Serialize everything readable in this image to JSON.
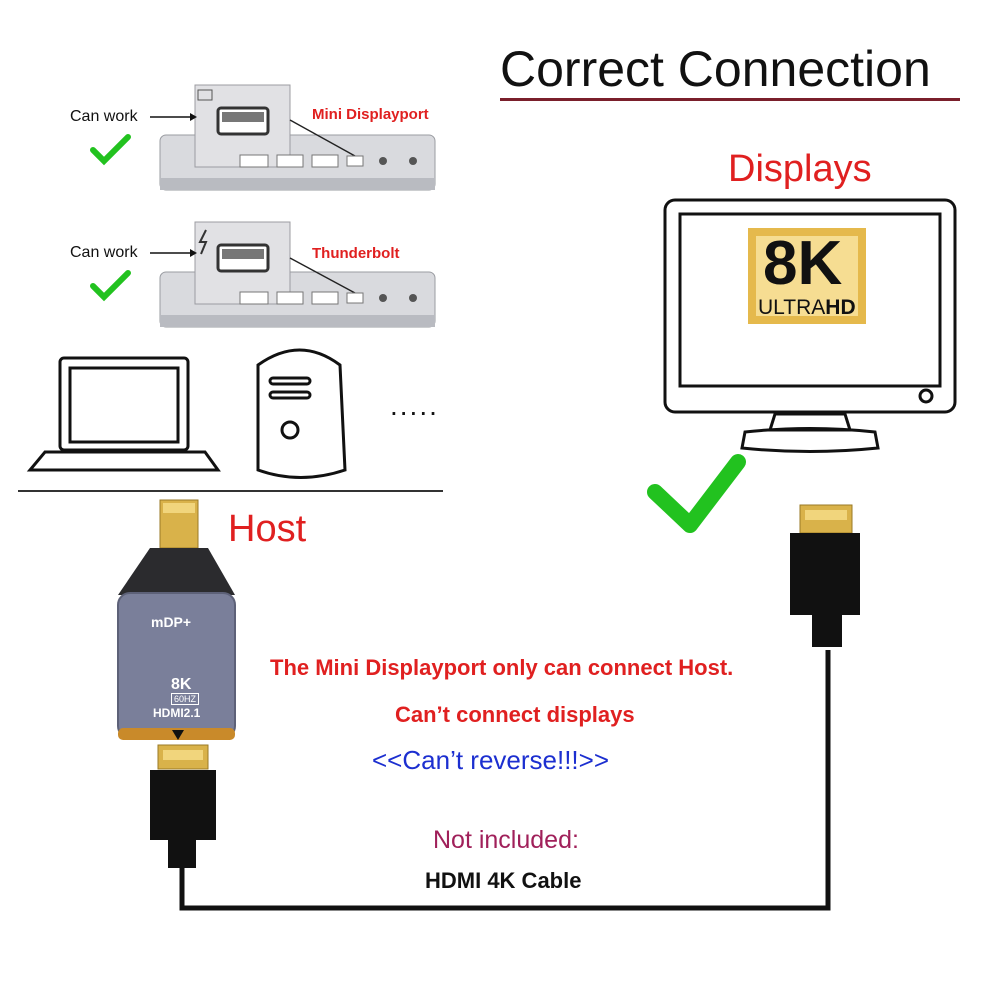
{
  "title": "Correct Connection",
  "rows": [
    {
      "status": "Can work",
      "port": "Mini Displayport"
    },
    {
      "status": "Can work",
      "port": "Thunderbolt"
    }
  ],
  "more": ".....",
  "host_label": "Host",
  "displays_label": "Displays",
  "tv_badge": {
    "big": "8K",
    "ultra": "ULTRA",
    "hd": "HD"
  },
  "adapter": {
    "top_label": "mDP+",
    "res": "8K",
    "hz": "60HZ",
    "standard": "HDMI2.1"
  },
  "notes": {
    "line1": "The Mini Displayport only can connect Host.",
    "line2": "Can’t connect displays",
    "line3": "<<Can’t reverse!!!>>"
  },
  "not_included": "Not included:",
  "cable": "HDMI 4K Cable",
  "colors": {
    "label_red": "#e02020",
    "warning_blue": "#1c2fd0",
    "check_green": "#22c21f",
    "adapter_body": "#7a7f9a"
  }
}
